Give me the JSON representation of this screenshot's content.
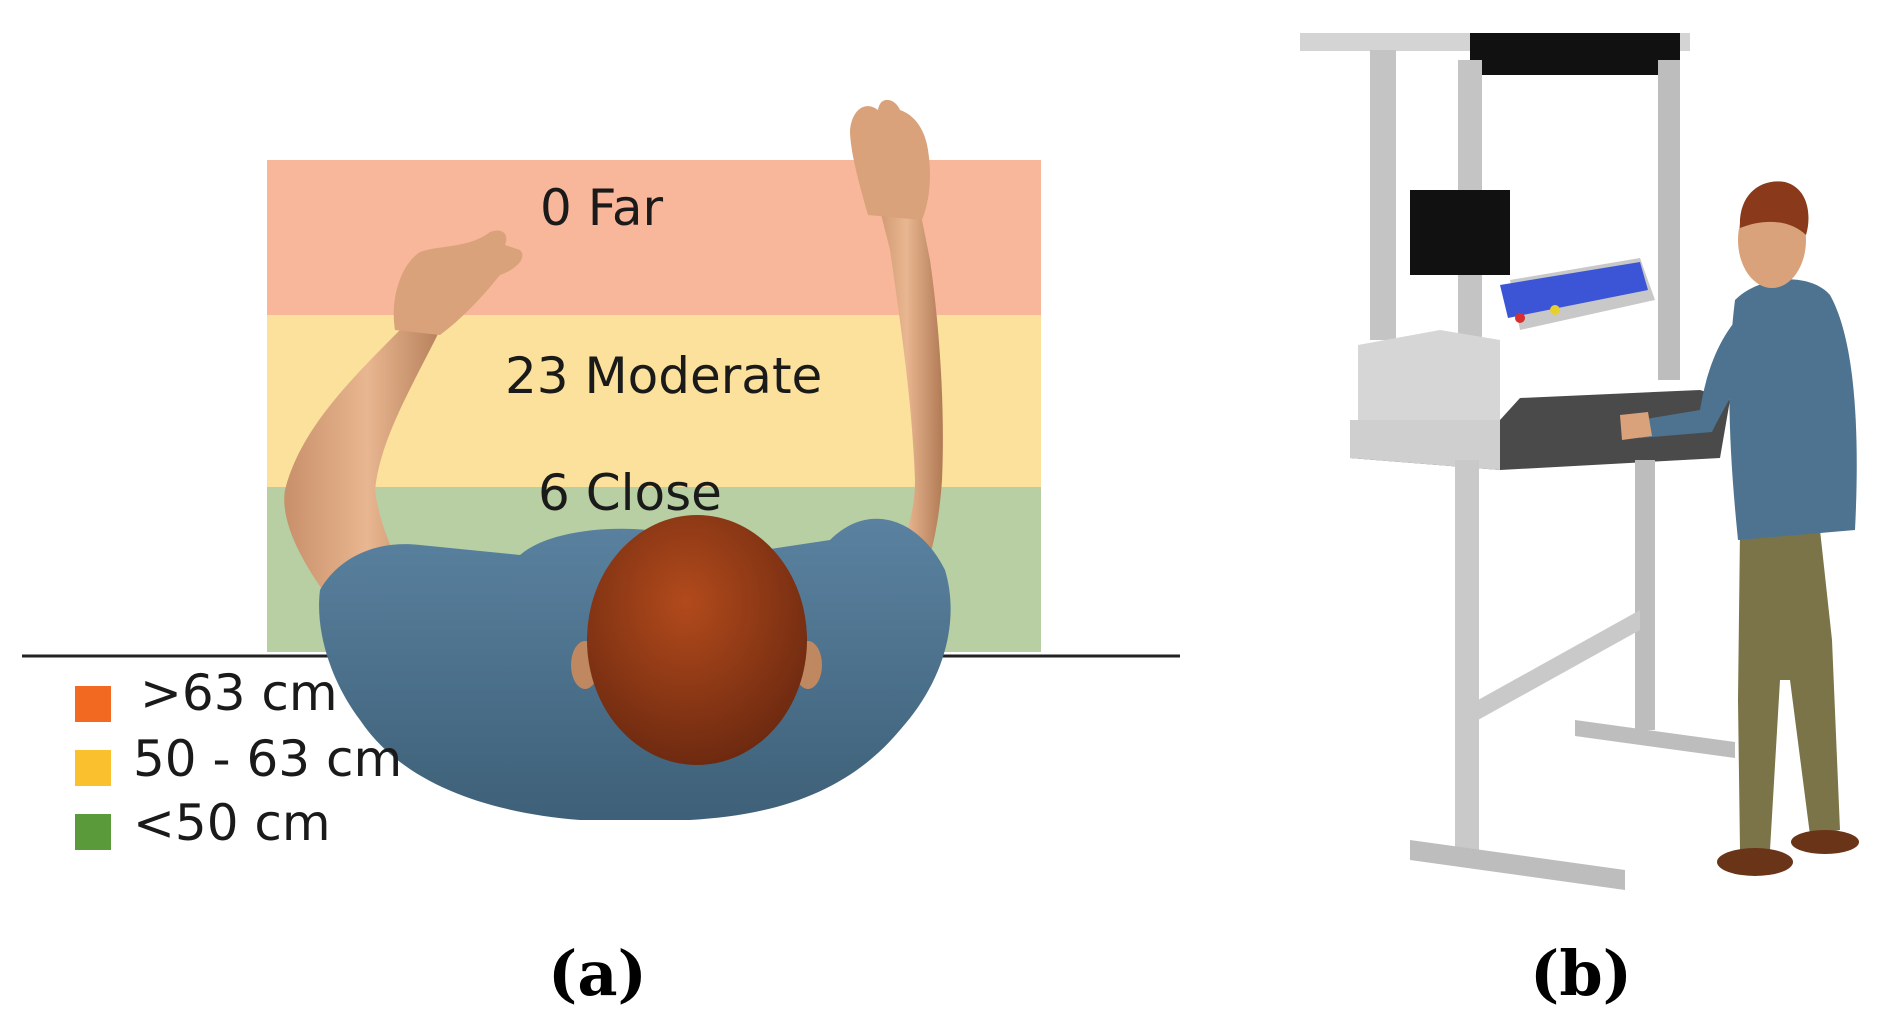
{
  "panel_a": {
    "zones": [
      {
        "label": "0 Far",
        "color": "#f8b79a"
      },
      {
        "label": "23 Moderate",
        "color": "#fbe19b"
      },
      {
        "label": "6 Close",
        "color": "#b7cfa3"
      }
    ],
    "legend": [
      {
        "label": ">63 cm",
        "color": "#f26a22"
      },
      {
        "label": "50 - 63 cm",
        "color": "#fbc02d"
      },
      {
        "label": "<50 cm",
        "color": "#5a9a3a"
      }
    ],
    "caption": "(a)"
  },
  "panel_b": {
    "caption": "(b)"
  },
  "colors": {
    "skin": "#d9a27a",
    "shirt": "#4d7390",
    "hair": "#8a3a1a",
    "pants": "#7a7448",
    "frame": "#c8c8c8"
  }
}
